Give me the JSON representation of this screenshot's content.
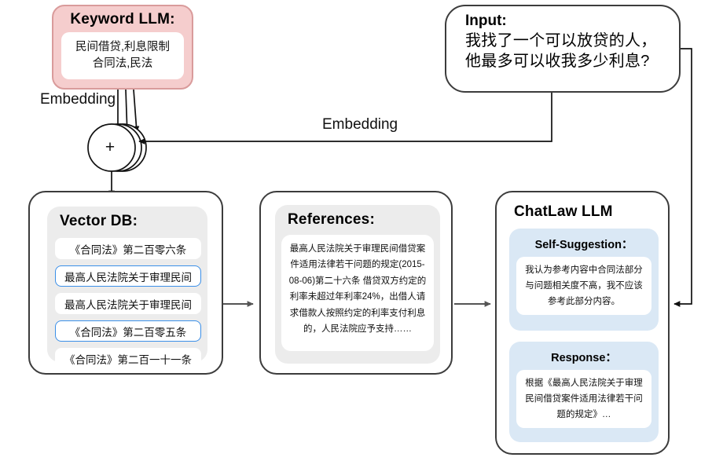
{
  "diagram": {
    "title": "ChatLaw retrieval-augmented generation pipeline",
    "colors": {
      "keyword_fill": "#f5cdcd",
      "keyword_border": "#d99b9b",
      "panel_gray": "#ececec",
      "highlight_blue": "#3b8fe8",
      "block_blue": "#dae8f5",
      "stroke": "#3c3c3c"
    }
  },
  "keyword_llm": {
    "title": "Keyword LLM:",
    "keywords_line1": "民间借贷,利息限制",
    "keywords_line2": "合同法,民法"
  },
  "input": {
    "title": "Input:",
    "question_line1": "我找了一个可以放贷的人，",
    "question_line2": "他最多可以收我多少利息?"
  },
  "labels": {
    "embedding_left": "Embedding",
    "embedding_middle": "Embedding",
    "plus_node": "+"
  },
  "vector_db": {
    "title": "Vector DB:",
    "rows": [
      {
        "text": "《合同法》第二百零六条",
        "highlighted": false
      },
      {
        "text": "最高人民法院关于审理民间",
        "highlighted": true
      },
      {
        "text": "最高人民法院关于审理民间",
        "highlighted": false
      },
      {
        "text": "《合同法》第二百零五条",
        "highlighted": true
      },
      {
        "text": "《合同法》第二百一十一条",
        "highlighted": false
      }
    ]
  },
  "references": {
    "title": "References:",
    "body": "最高人民法院关于审理民间借贷案件适用法律若干问题的规定(2015-08-06)第二十六条 借贷双方约定的利率未超过年利率24%，出借人请求借款人按照约定的利率支付利息的，人民法院应予支持……"
  },
  "chatlaw": {
    "title": "ChatLaw LLM",
    "self_suggestion": {
      "title": "Self-Suggestion：",
      "body": "我认为参考内容中合同法部分与问题相关度不高，我不应该参考此部分内容。"
    },
    "response": {
      "title": "Response：",
      "body": "根据《最高人民法院关于审理民间借贷案件适用法律若干问题的规定》…"
    }
  }
}
